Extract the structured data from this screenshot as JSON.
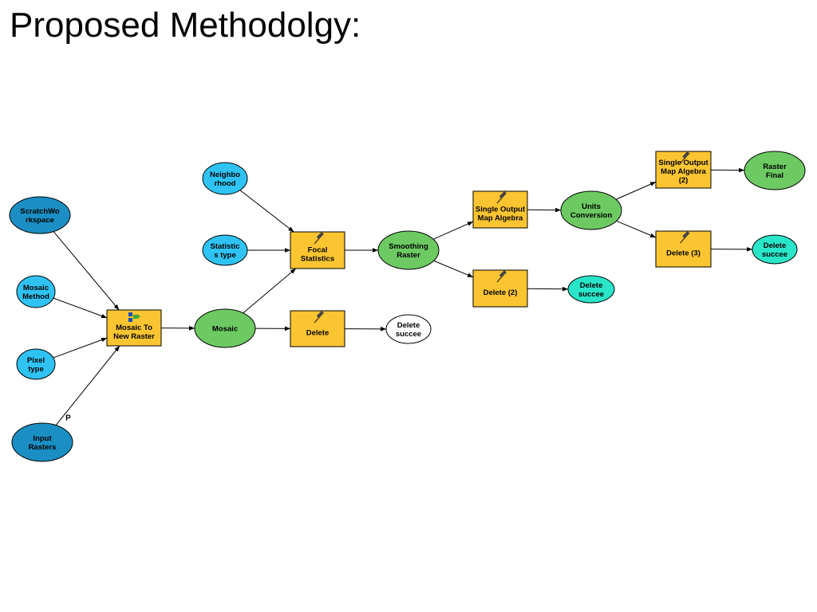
{
  "title": "Proposed Methodolgy:",
  "colors": {
    "data_dark": "#1b8fc4",
    "data_light": "#2ec3f2",
    "tool": "#fbc531",
    "derived": "#6dca63",
    "output": "#29e6c9",
    "empty": "#ffffff",
    "stroke": "#000000"
  },
  "nodes": [
    {
      "id": "scratch",
      "kind": "ellipse",
      "fill": "data_dark",
      "lines": [
        "ScratchWo",
        "rkspace"
      ]
    },
    {
      "id": "mosaic-method",
      "kind": "ellipse",
      "fill": "data_light",
      "lines": [
        "Mosaic",
        "Method"
      ]
    },
    {
      "id": "pixel-type",
      "kind": "ellipse",
      "fill": "data_light",
      "lines": [
        "Pixel",
        "type"
      ]
    },
    {
      "id": "input-rasters",
      "kind": "ellipse",
      "fill": "data_dark",
      "lines": [
        "Input",
        "Rasters"
      ]
    },
    {
      "id": "mosaic-to-new-raster",
      "kind": "rect",
      "fill": "tool",
      "lines": [
        "Mosaic To",
        "New Raster"
      ],
      "icon": "mosaic-tool-icon"
    },
    {
      "id": "mosaic",
      "kind": "ellipse",
      "fill": "derived",
      "lines": [
        "Mosaic"
      ]
    },
    {
      "id": "neighborhood",
      "kind": "ellipse",
      "fill": "data_light",
      "lines": [
        "Neighbo",
        "rhood"
      ]
    },
    {
      "id": "statistics-type",
      "kind": "ellipse",
      "fill": "data_light",
      "lines": [
        "Statistic",
        "s type"
      ]
    },
    {
      "id": "focal-statistics",
      "kind": "rect",
      "fill": "tool",
      "lines": [
        "Focal",
        "Statistics"
      ],
      "icon": "hammer-icon"
    },
    {
      "id": "delete",
      "kind": "rect",
      "fill": "tool",
      "lines": [
        "Delete"
      ],
      "icon": "hammer-icon"
    },
    {
      "id": "delete-succee-1",
      "kind": "ellipse",
      "fill": "empty",
      "lines": [
        "Delete",
        "succee"
      ]
    },
    {
      "id": "smoothing-raster",
      "kind": "ellipse",
      "fill": "derived",
      "lines": [
        "Smoothing",
        "Raster"
      ]
    },
    {
      "id": "single-output-map-algebra",
      "kind": "rect",
      "fill": "tool",
      "lines": [
        "Single Output",
        "Map Algebra"
      ],
      "icon": "hammer-icon"
    },
    {
      "id": "delete-2",
      "kind": "rect",
      "fill": "tool",
      "lines": [
        "Delete (2)"
      ],
      "icon": "hammer-icon"
    },
    {
      "id": "delete-succee-2",
      "kind": "ellipse",
      "fill": "output",
      "lines": [
        "Delete",
        "succee"
      ]
    },
    {
      "id": "units-conversion",
      "kind": "ellipse",
      "fill": "derived",
      "lines": [
        "Units",
        "Conversion"
      ]
    },
    {
      "id": "single-output-map-algebra-2",
      "kind": "rect",
      "fill": "tool",
      "lines": [
        "Single Output",
        "Map Algebra",
        "(2)"
      ],
      "icon": "hammer-icon"
    },
    {
      "id": "raster-final",
      "kind": "ellipse",
      "fill": "derived",
      "lines": [
        "Raster",
        "Final"
      ]
    },
    {
      "id": "delete-3",
      "kind": "rect",
      "fill": "tool",
      "lines": [
        "Delete (3)"
      ],
      "icon": "hammer-icon"
    },
    {
      "id": "delete-succee-3",
      "kind": "ellipse",
      "fill": "output",
      "lines": [
        "Delete",
        "succee"
      ]
    }
  ],
  "edges": [
    {
      "from": "scratch",
      "to": "mosaic-to-new-raster"
    },
    {
      "from": "mosaic-method",
      "to": "mosaic-to-new-raster"
    },
    {
      "from": "pixel-type",
      "to": "mosaic-to-new-raster"
    },
    {
      "from": "input-rasters",
      "to": "mosaic-to-new-raster",
      "label": "P"
    },
    {
      "from": "mosaic-to-new-raster",
      "to": "mosaic"
    },
    {
      "from": "mosaic",
      "to": "focal-statistics"
    },
    {
      "from": "mosaic",
      "to": "delete"
    },
    {
      "from": "delete",
      "to": "delete-succee-1"
    },
    {
      "from": "neighborhood",
      "to": "focal-statistics"
    },
    {
      "from": "statistics-type",
      "to": "focal-statistics"
    },
    {
      "from": "focal-statistics",
      "to": "smoothing-raster"
    },
    {
      "from": "smoothing-raster",
      "to": "single-output-map-algebra"
    },
    {
      "from": "smoothing-raster",
      "to": "delete-2"
    },
    {
      "from": "delete-2",
      "to": "delete-succee-2"
    },
    {
      "from": "single-output-map-algebra",
      "to": "units-conversion"
    },
    {
      "from": "units-conversion",
      "to": "single-output-map-algebra-2"
    },
    {
      "from": "units-conversion",
      "to": "delete-3"
    },
    {
      "from": "single-output-map-algebra-2",
      "to": "raster-final"
    },
    {
      "from": "delete-3",
      "to": "delete-succee-3"
    }
  ]
}
